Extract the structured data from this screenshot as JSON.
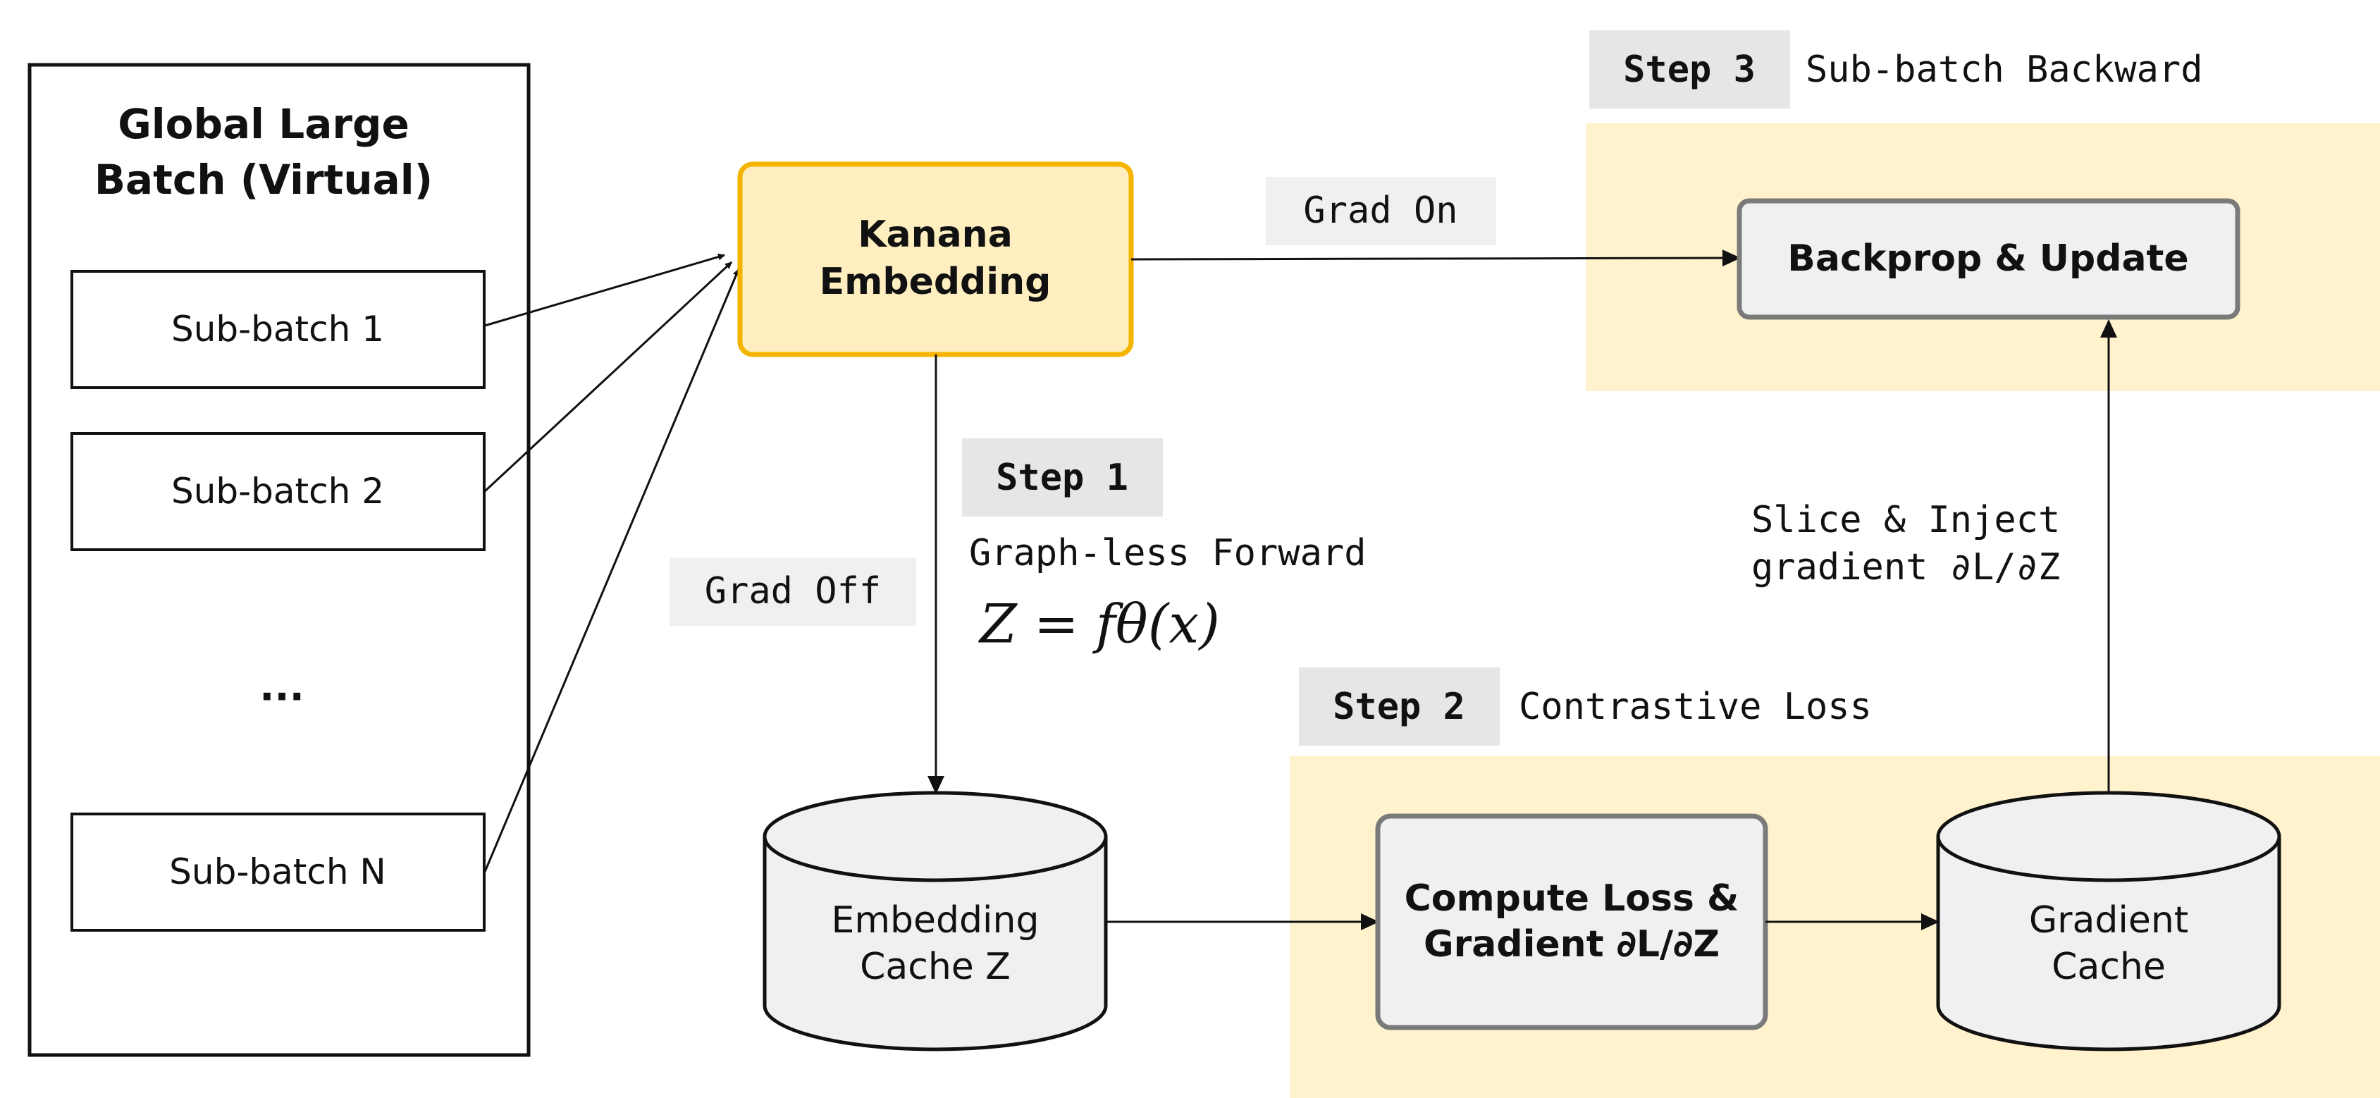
{
  "colors": {
    "highlight_bg": "#fff2cc",
    "kanana_fill": "#ffefc0",
    "kanana_border": "#f4b400",
    "node_fill": "#f0f0f0",
    "node_border": "#7a7a7a",
    "tag_bg": "#e6e6e6",
    "ink": "#111111"
  },
  "batch": {
    "title_line1": "Global Large",
    "title_line2": "Batch (Virtual)",
    "items": [
      "Sub-batch 1",
      "Sub-batch 2",
      "Sub-batch N"
    ],
    "ellipsis": "..."
  },
  "model": {
    "line1": "Kanana",
    "line2": "Embedding"
  },
  "labels": {
    "grad_on": "Grad On",
    "grad_off": "Grad Off"
  },
  "step1": {
    "tag": "Step 1",
    "title": "Graph-less Forward",
    "formula": "Z = fθ(x)"
  },
  "step2": {
    "tag": "Step 2",
    "title": "Contrastive Loss"
  },
  "step3": {
    "tag": "Step 3",
    "title": "Sub-batch Backward"
  },
  "backprop": {
    "label": "Backprop & Update"
  },
  "embedding_cache": {
    "line1": "Embedding",
    "line2": "Cache Z"
  },
  "compute": {
    "line1": "Compute Loss &",
    "line2": "Gradient ∂L/∂Z"
  },
  "gradient_cache": {
    "line1": "Gradient",
    "line2": "Cache"
  },
  "slice": {
    "line1": "Slice & Inject",
    "line2": "gradient ∂L/∂Z"
  }
}
